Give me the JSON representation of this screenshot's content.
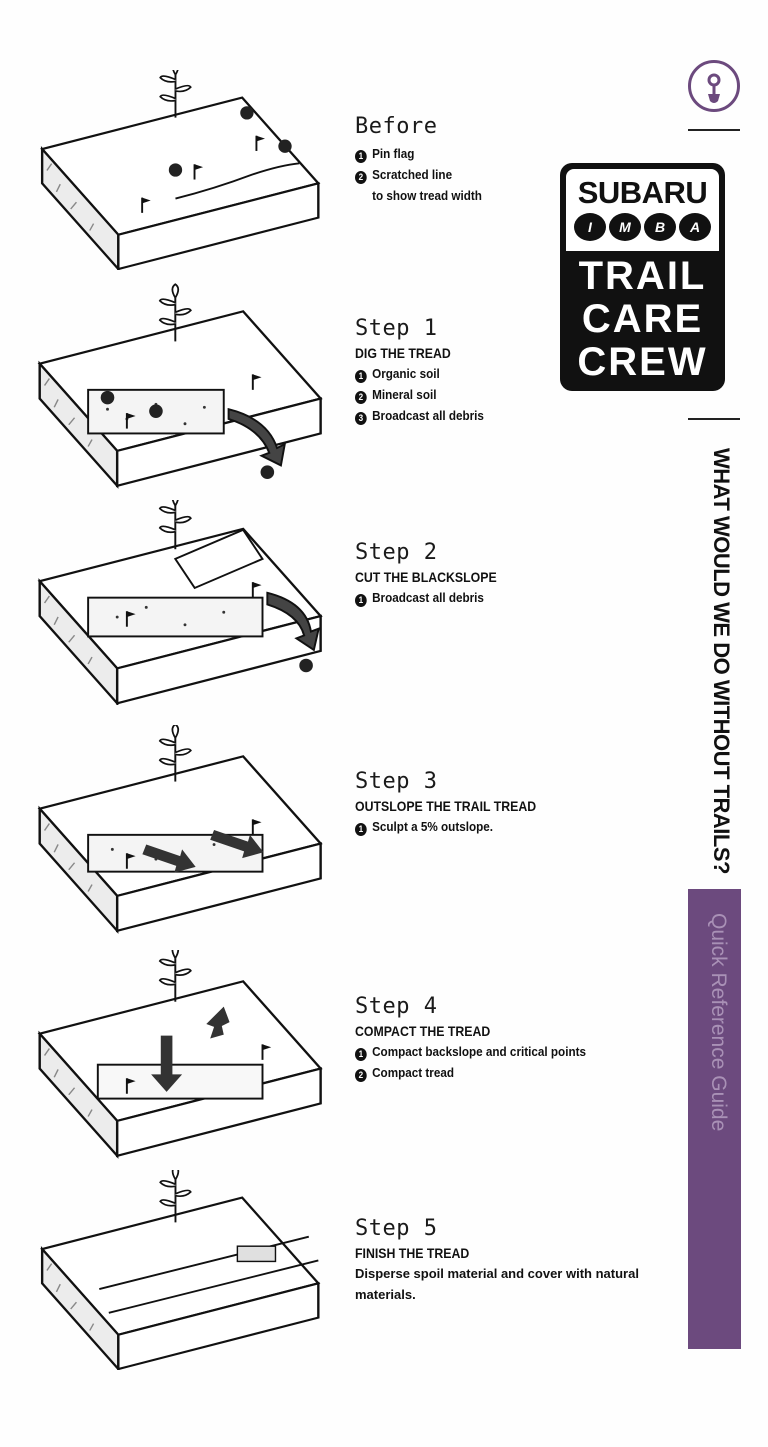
{
  "brand": {
    "line1": "SUBARU",
    "circles": [
      "I",
      "M",
      "B",
      "A"
    ],
    "words": [
      "TRAIL",
      "CARE",
      "CREW"
    ]
  },
  "sidebar": {
    "tagline": "WHAT WOULD WE DO WITHOUT TRAILS?",
    "guide": "Quick Reference Guide"
  },
  "steps": [
    {
      "title": "Before",
      "subtitle": "",
      "items": [
        {
          "n": "1",
          "text": "Pin flag"
        },
        {
          "n": "2",
          "text": "Scratched line"
        },
        {
          "n": "",
          "text": "to show tread width"
        }
      ]
    },
    {
      "title": "Step 1",
      "subtitle": "DIG THE TREAD",
      "items": [
        {
          "n": "1",
          "text": "Organic soil"
        },
        {
          "n": "2",
          "text": "Mineral soil"
        },
        {
          "n": "3",
          "text": "Broadcast all debris"
        }
      ]
    },
    {
      "title": "Step 2",
      "subtitle": "CUT THE BLACKSLOPE",
      "items": [
        {
          "n": "1",
          "text": "Broadcast all debris"
        }
      ]
    },
    {
      "title": "Step 3",
      "subtitle": "OUTSLOPE THE TRAIL TREAD",
      "items": [
        {
          "n": "1",
          "text": "Sculpt a 5% outslope."
        }
      ]
    },
    {
      "title": "Step 4",
      "subtitle": "COMPACT THE TREAD",
      "items": [
        {
          "n": "1",
          "text": "Compact backslope and critical points"
        },
        {
          "n": "2",
          "text": "Compact tread"
        }
      ]
    },
    {
      "title": "Step 5",
      "subtitle": "FINISH THE TREAD",
      "description": "Disperse spoil material and cover with natural materials."
    }
  ]
}
